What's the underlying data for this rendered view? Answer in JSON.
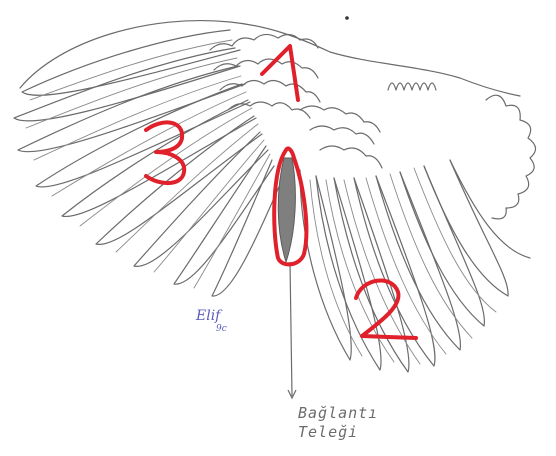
{
  "diagram": {
    "labels": {
      "region_1": "1",
      "region_2": "2",
      "region_3": "3"
    },
    "annotation": {
      "line1": "Bağlantı",
      "line2": "Teleği"
    },
    "signature": {
      "name": "Elif",
      "number": "9c"
    }
  },
  "colors": {
    "pencil": "#6b6b6b",
    "red_marker": "#e0202a",
    "signature_ink": "#5b5bbf"
  }
}
